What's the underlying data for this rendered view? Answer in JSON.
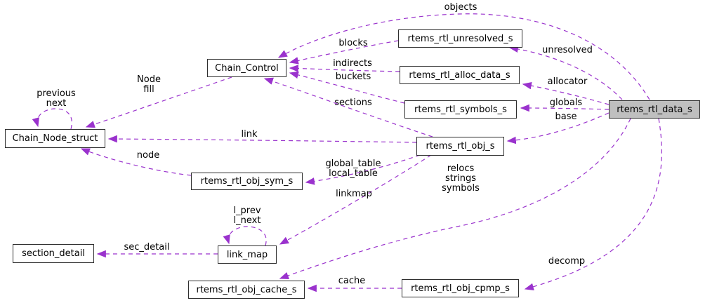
{
  "colors": {
    "edge": "#9a32cd",
    "highlight_fill": "#bfbfbf",
    "node_background": "#ffffff",
    "node_border": "#2f2f2f"
  },
  "nodes": {
    "chain_control": {
      "label": "Chain_Control"
    },
    "rtems_rtl_unresolved_s": {
      "label": "rtems_rtl_unresolved_s"
    },
    "rtems_rtl_alloc_data_s": {
      "label": "rtems_rtl_alloc_data_s"
    },
    "rtems_rtl_symbols_s": {
      "label": "rtems_rtl_symbols_s"
    },
    "rtems_rtl_data_s": {
      "label": "rtems_rtl_data_s",
      "highlighted": true
    },
    "rtems_rtl_obj_s": {
      "label": "rtems_rtl_obj_s"
    },
    "chain_node_struct": {
      "label": "Chain_Node_struct"
    },
    "rtems_rtl_obj_sym_s": {
      "label": "rtems_rtl_obj_sym_s"
    },
    "link_map": {
      "label": "link_map"
    },
    "section_detail": {
      "label": "section_detail"
    },
    "rtems_rtl_obj_cache_s": {
      "label": "rtems_rtl_obj_cache_s"
    },
    "rtems_rtl_obj_cpmp_s": {
      "label": "rtems_rtl_obj_cpmp_s"
    }
  },
  "edge_labels": {
    "objects": "objects",
    "blocks": "blocks",
    "indirects": "indirects",
    "buckets": "buckets",
    "sections": "sections",
    "unresolved": "unresolved",
    "allocator": "allocator",
    "globals": "globals",
    "base": "base",
    "node_fill": "Node\nfill",
    "previous_next": "previous\nnext",
    "link": "link",
    "node": "node",
    "global_local_table": "global_table\nlocal_table",
    "linkmap": "linkmap",
    "relocs_strings_symbols": "relocs\nstrings\nsymbols",
    "l_prev_l_next": "l_prev\nl_next",
    "sec_detail": "sec_detail",
    "cache": "cache",
    "decomp": "decomp"
  }
}
